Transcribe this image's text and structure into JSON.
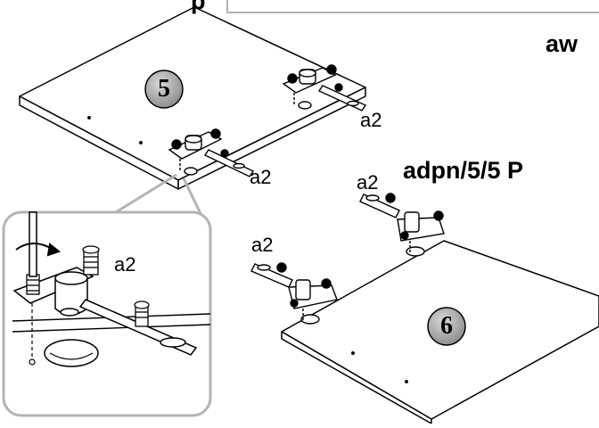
{
  "header": {
    "left_fragment": "p",
    "right_fragment": "aw",
    "model_code": "adpn/5/5 P"
  },
  "steps": {
    "step_5": "5",
    "step_6": "6"
  },
  "part_labels": {
    "hinge_top_right": "a2",
    "hinge_top_left": "a2",
    "detail": "a2",
    "hinge_6_left": "a2",
    "hinge_6_right": "a2"
  },
  "colors": {
    "badge_fill": "#9a9a9a",
    "callout_frame": "#b4b4b4",
    "line": "#000000"
  },
  "icons": [
    "rotate-arrow-icon",
    "screwdriver-icon"
  ]
}
